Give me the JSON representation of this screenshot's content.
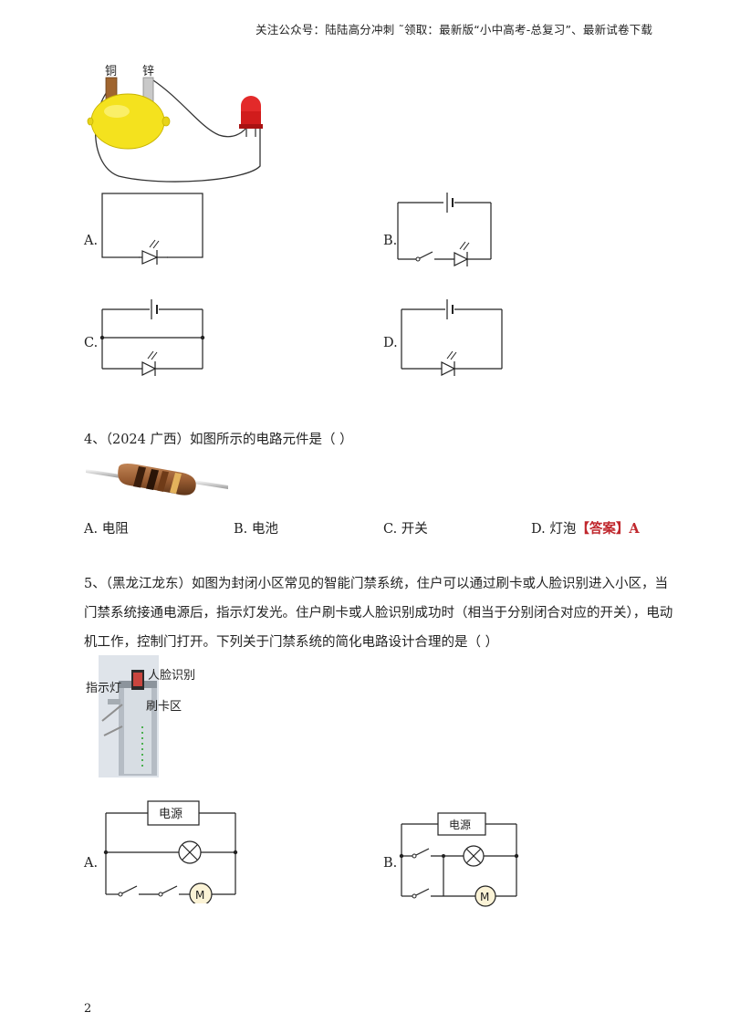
{
  "header": {
    "text": "关注公众号：陆陆高分冲刺  ˜领取：最新版“小中高考-总复习”、最新试卷下载"
  },
  "q3": {
    "figure": {
      "copper_label": "铜",
      "zinc_label": "锌"
    },
    "options": {
      "A": "A.",
      "B": "B.",
      "C": "C.",
      "D": "D."
    }
  },
  "q4": {
    "stem": "4、（2024 广西）如图所示的电路元件是（        ）",
    "options": {
      "A": "A. 电阻",
      "B": "B. 电池",
      "C": "C. 开关",
      "D": "D. 灯泡"
    },
    "answer_tag": "【答案】A"
  },
  "q5": {
    "line1": "5、（黑龙江龙东）如图为封闭小区常见的智能门禁系统，住户可以通过刷卡或人脸识别进入小区，当",
    "line2": "门禁系统接通电源后，指示灯发光。住户刷卡或人脸识别成功时（相当于分别闭合对应的开关），电动",
    "line3": "机工作，控制门打开。下列关于门禁系统的简化电路设计合理的是（        ）",
    "figure": {
      "face_label": "人脸识别",
      "indicator_label": "指示灯",
      "card_label": "刷卡区"
    },
    "options": {
      "A": "A.",
      "B": "B.",
      "power_label": "电源",
      "motor_label": "M"
    }
  },
  "page": {
    "number": "2"
  }
}
